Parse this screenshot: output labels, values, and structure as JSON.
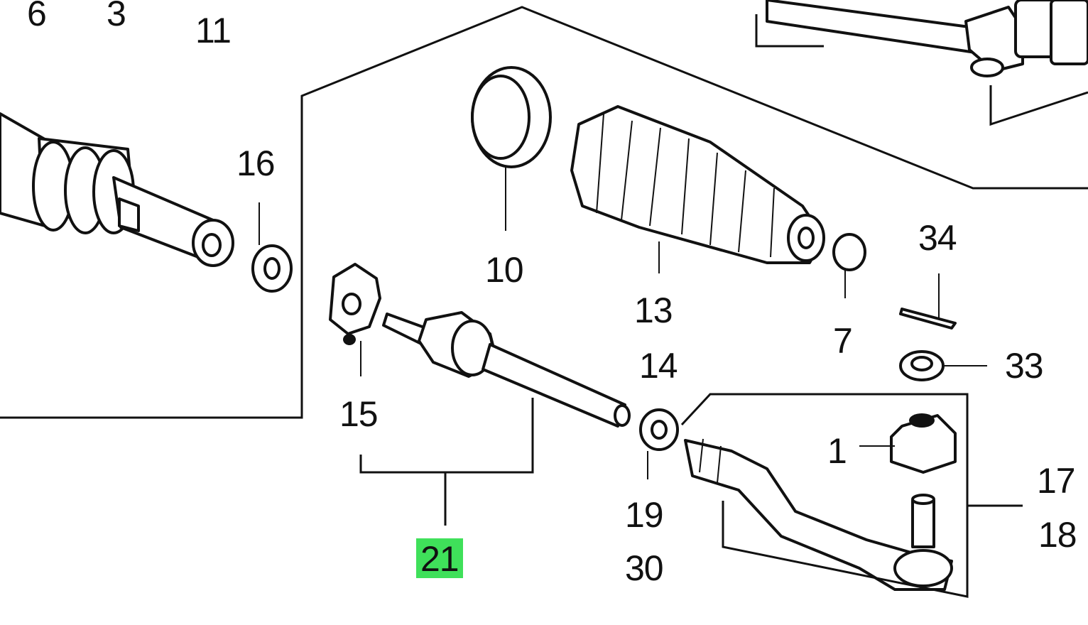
{
  "diagram": {
    "callouts": [
      {
        "id": "6",
        "text": "6"
      },
      {
        "id": "3",
        "text": "3"
      },
      {
        "id": "11",
        "text": "11"
      },
      {
        "id": "16",
        "text": "16"
      },
      {
        "id": "10",
        "text": "10"
      },
      {
        "id": "13",
        "text": "13"
      },
      {
        "id": "7",
        "text": "7"
      },
      {
        "id": "34",
        "text": "34"
      },
      {
        "id": "33",
        "text": "33"
      },
      {
        "id": "14",
        "text": "14"
      },
      {
        "id": "15",
        "text": "15"
      },
      {
        "id": "1",
        "text": "1"
      },
      {
        "id": "17",
        "text": "17"
      },
      {
        "id": "18",
        "text": "18"
      },
      {
        "id": "19",
        "text": "19"
      },
      {
        "id": "30",
        "text": "30"
      },
      {
        "id": "21",
        "text": "21",
        "highlighted": true
      }
    ],
    "highlight_color": "#3fe05a"
  }
}
